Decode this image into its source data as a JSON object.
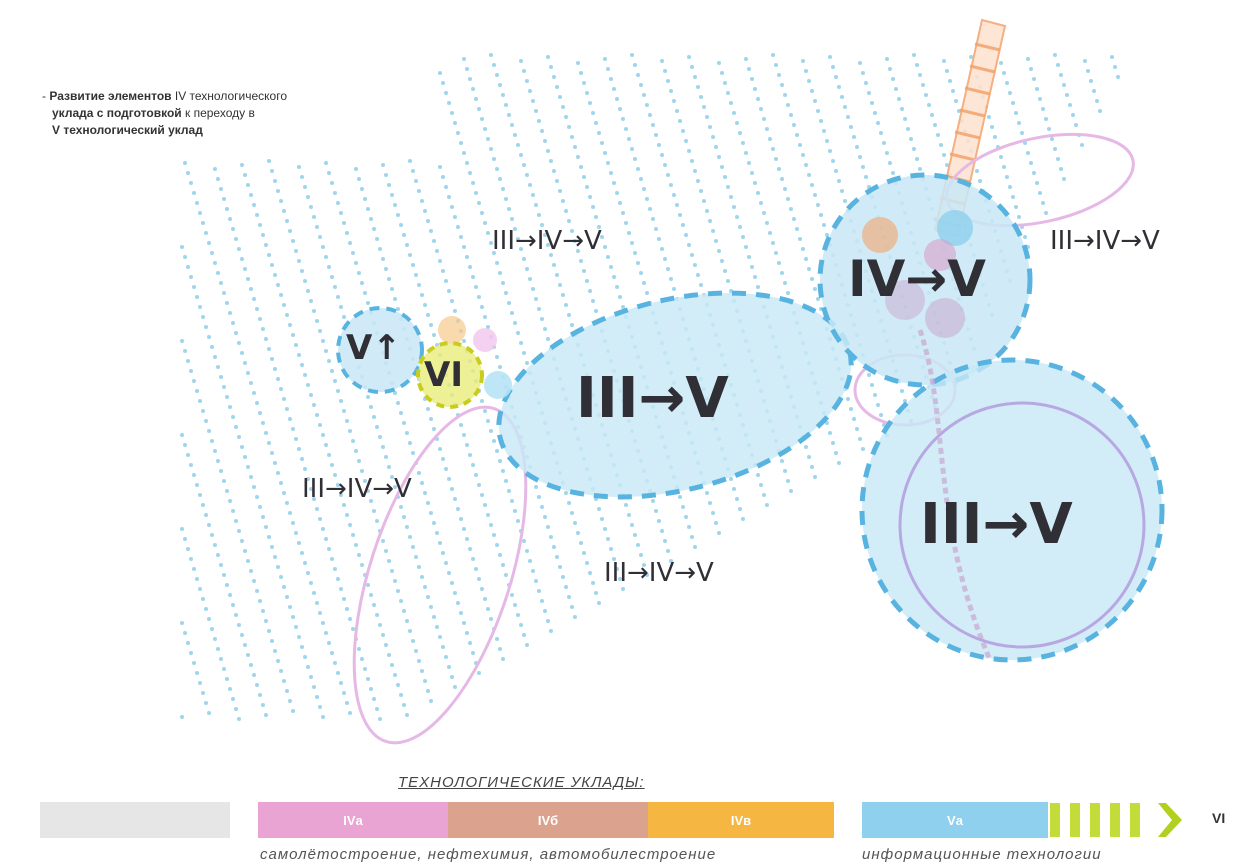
{
  "legend_note": {
    "bullet": "-",
    "line1_bold": "Развитие элементов",
    "line1_rest": " IV технологического",
    "line2_bold": "уклада с подготовкой",
    "line2_rest": " к переходу в",
    "line3": "V технологический уклад"
  },
  "regions": {
    "top_center": "III→IV→V",
    "top_right": "III→IV→V",
    "big_center": "III→V",
    "big_top_right": "IV→V",
    "big_right": "III→V",
    "left_mid": "III→IV→V",
    "bottom_center": "III→IV→V",
    "small_left": "V↑",
    "small_vi": "VI"
  },
  "legend": {
    "title": "ТЕХНОЛОГИЧЕСКИЕ УКЛАДЫ:",
    "segments": [
      {
        "label": "",
        "color": "#e6e6e6"
      },
      {
        "label": "IVа",
        "color": "#e9a4d4"
      },
      {
        "label": "IVб",
        "color": "#dba28d"
      },
      {
        "label": "IVв",
        "color": "#f5b642"
      },
      {
        "label": "Vа",
        "color": "#8fd0ee"
      },
      {
        "label": "",
        "color": "#c3dc3a"
      }
    ],
    "end_label": "VI",
    "caption_left": "самолётостроение, нефтехимия, автомобилестроение",
    "caption_right": "информационные технологии"
  },
  "colors": {
    "dot": "#9fd6ec",
    "circle_fill": "#c8e8f6",
    "dashed_border": "#58b3e0",
    "pink": "#e6b8e6",
    "orange": "#f3a36a",
    "yellow": "#d7d93a"
  }
}
